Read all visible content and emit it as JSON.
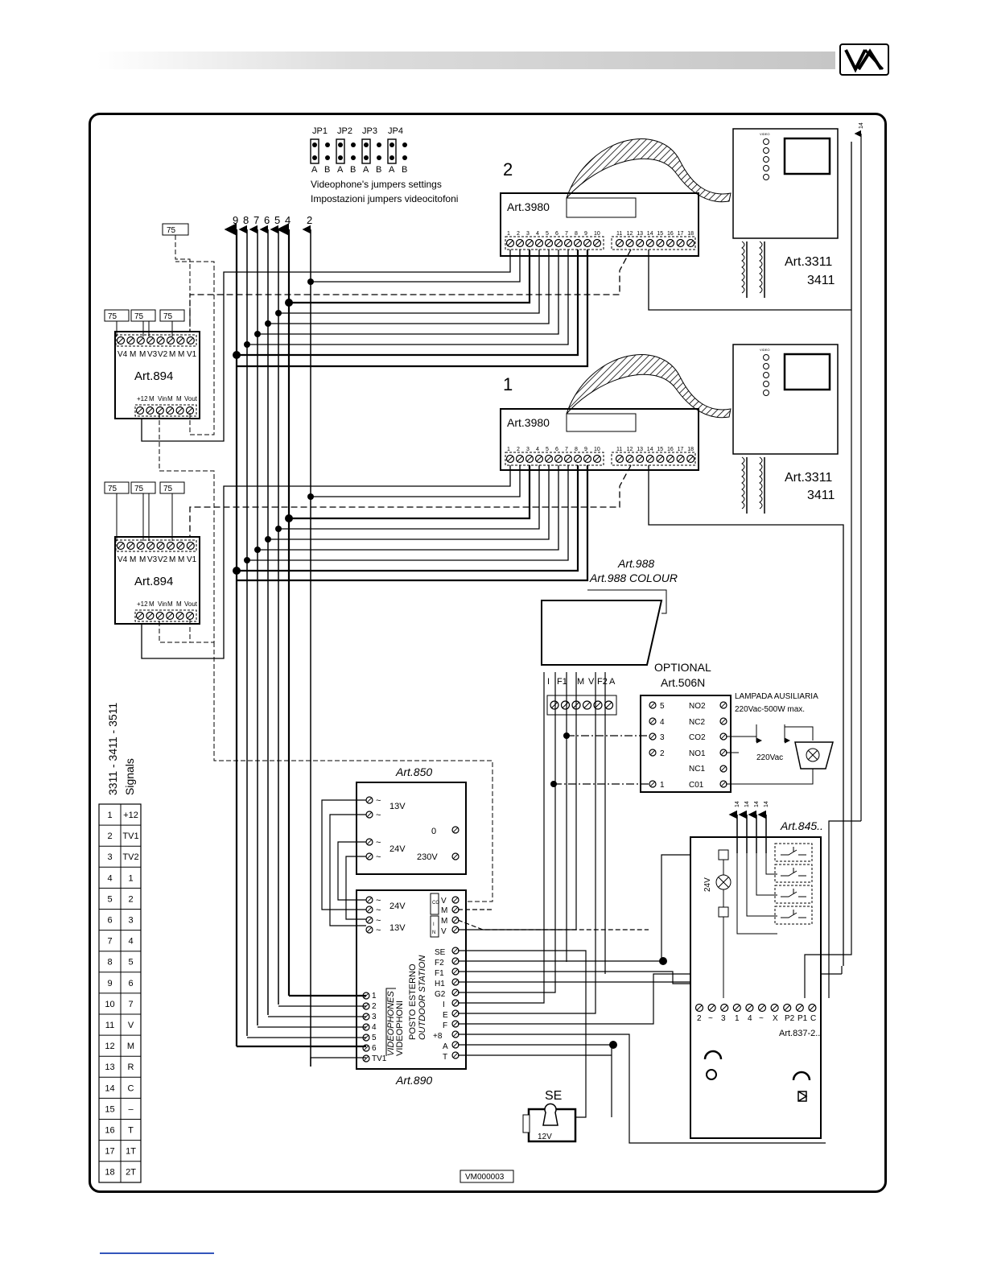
{
  "jumpers": {
    "labels": [
      "JP1",
      "JP2",
      "JP3",
      "JP4"
    ],
    "ab": [
      "A",
      "B",
      "A",
      "B",
      "A",
      "B",
      "A",
      "B"
    ],
    "caption_en": "Videophone's jumpers settings",
    "caption_it": "Impostazioni jumpers videocitofoni"
  },
  "bus_numbers": [
    "9",
    "8",
    "7",
    "6",
    "5",
    "4",
    "2"
  ],
  "videophones": [
    {
      "index": "2",
      "decoder": "Art.3980",
      "monitor_art": "Art.3311",
      "monitor_alt": "3411"
    },
    {
      "index": "1",
      "decoder": "Art.3980",
      "monitor_art": "Art.3311",
      "monitor_alt": "3411"
    }
  ],
  "decoder_terminals": [
    "1",
    "2",
    "3",
    "4",
    "5",
    "6",
    "7",
    "8",
    "9",
    "10",
    "11",
    "12",
    "13",
    "14",
    "15",
    "16",
    "17",
    "18"
  ],
  "distributors": [
    {
      "name": "Art.894",
      "top_terms": [
        "V4",
        "M",
        "M",
        "V3",
        "V2",
        "M",
        "M",
        "V1"
      ],
      "bottom_terms": [
        "+12",
        "M",
        "Vin",
        "M",
        "M",
        "Vout"
      ]
    },
    {
      "name": "Art.894",
      "top_terms": [
        "V4",
        "M",
        "M",
        "V3",
        "V2",
        "M",
        "M",
        "V1"
      ],
      "bottom_terms": [
        "+12",
        "M",
        "Vin",
        "M",
        "M",
        "Vout"
      ]
    }
  ],
  "resistor_label": "75",
  "camera": {
    "name": "Art.988",
    "name_colour": "Art.988 COLOUR",
    "terms": [
      "I",
      "F1",
      "M",
      "V",
      "F2",
      "A"
    ]
  },
  "relay": {
    "title": "OPTIONAL",
    "name": "Art.506N",
    "left_terms": [
      "5",
      "4",
      "3",
      "2",
      "1"
    ],
    "right_terms": [
      "NO2",
      "NC2",
      "CO2",
      "NO1",
      "NC1",
      "C01"
    ],
    "lamp_title": "LAMPADA AUSILIARIA",
    "lamp_spec": "220Vac-500W max.",
    "voltage": "220Vac"
  },
  "transformer": {
    "name": "Art.850",
    "v13": "13V",
    "v24": "24V",
    "zero": "0",
    "mains": "230V"
  },
  "power_unit": {
    "name": "Art.890",
    "in_terms": [
      "24V",
      "13V"
    ],
    "right_terms": [
      "V",
      "M",
      "M",
      "V",
      "SE",
      "F2",
      "F1",
      "H1",
      "G2",
      "I",
      "E",
      "F",
      "+8",
      "A",
      "T"
    ],
    "left_terms": [
      "1",
      "2",
      "3",
      "4",
      "5",
      "6",
      "TV1"
    ],
    "vertical_label_1": "VIDEOPHONES",
    "vertical_label_2": "VIDEOPHONI",
    "vertical_label_3": "POSTO ESTERNO",
    "vertical_label_4": "OUTDOOR STATION",
    "mini_labels": [
      "CO",
      "I",
      "N"
    ]
  },
  "doorlock": {
    "name": "SE",
    "rating": "12V"
  },
  "panel": {
    "name": "Art.845..",
    "module": "Art.837-2..",
    "lamp_voltage": "24V",
    "terms": [
      "2",
      "~",
      "3",
      "1",
      "4",
      "~",
      "X",
      "P2",
      "P1",
      "C"
    ],
    "arrow_label": "14"
  },
  "signals_table": {
    "title_models": "3311 - 3411 - 3511",
    "title": "Signals",
    "rows": [
      [
        "1",
        "+12"
      ],
      [
        "2",
        "TV1"
      ],
      [
        "3",
        "TV2"
      ],
      [
        "4",
        "1"
      ],
      [
        "5",
        "2"
      ],
      [
        "6",
        "3"
      ],
      [
        "7",
        "4"
      ],
      [
        "8",
        "5"
      ],
      [
        "9",
        "6"
      ],
      [
        "10",
        "7"
      ],
      [
        "11",
        "V"
      ],
      [
        "12",
        "M"
      ],
      [
        "13",
        "R"
      ],
      [
        "14",
        "C"
      ],
      [
        "15",
        "–"
      ],
      [
        "16",
        "T"
      ],
      [
        "17",
        "1T"
      ],
      [
        "18",
        "2T"
      ]
    ]
  },
  "drawing_code": "VM000003",
  "monitor_labels": [
    "VIDEO"
  ]
}
